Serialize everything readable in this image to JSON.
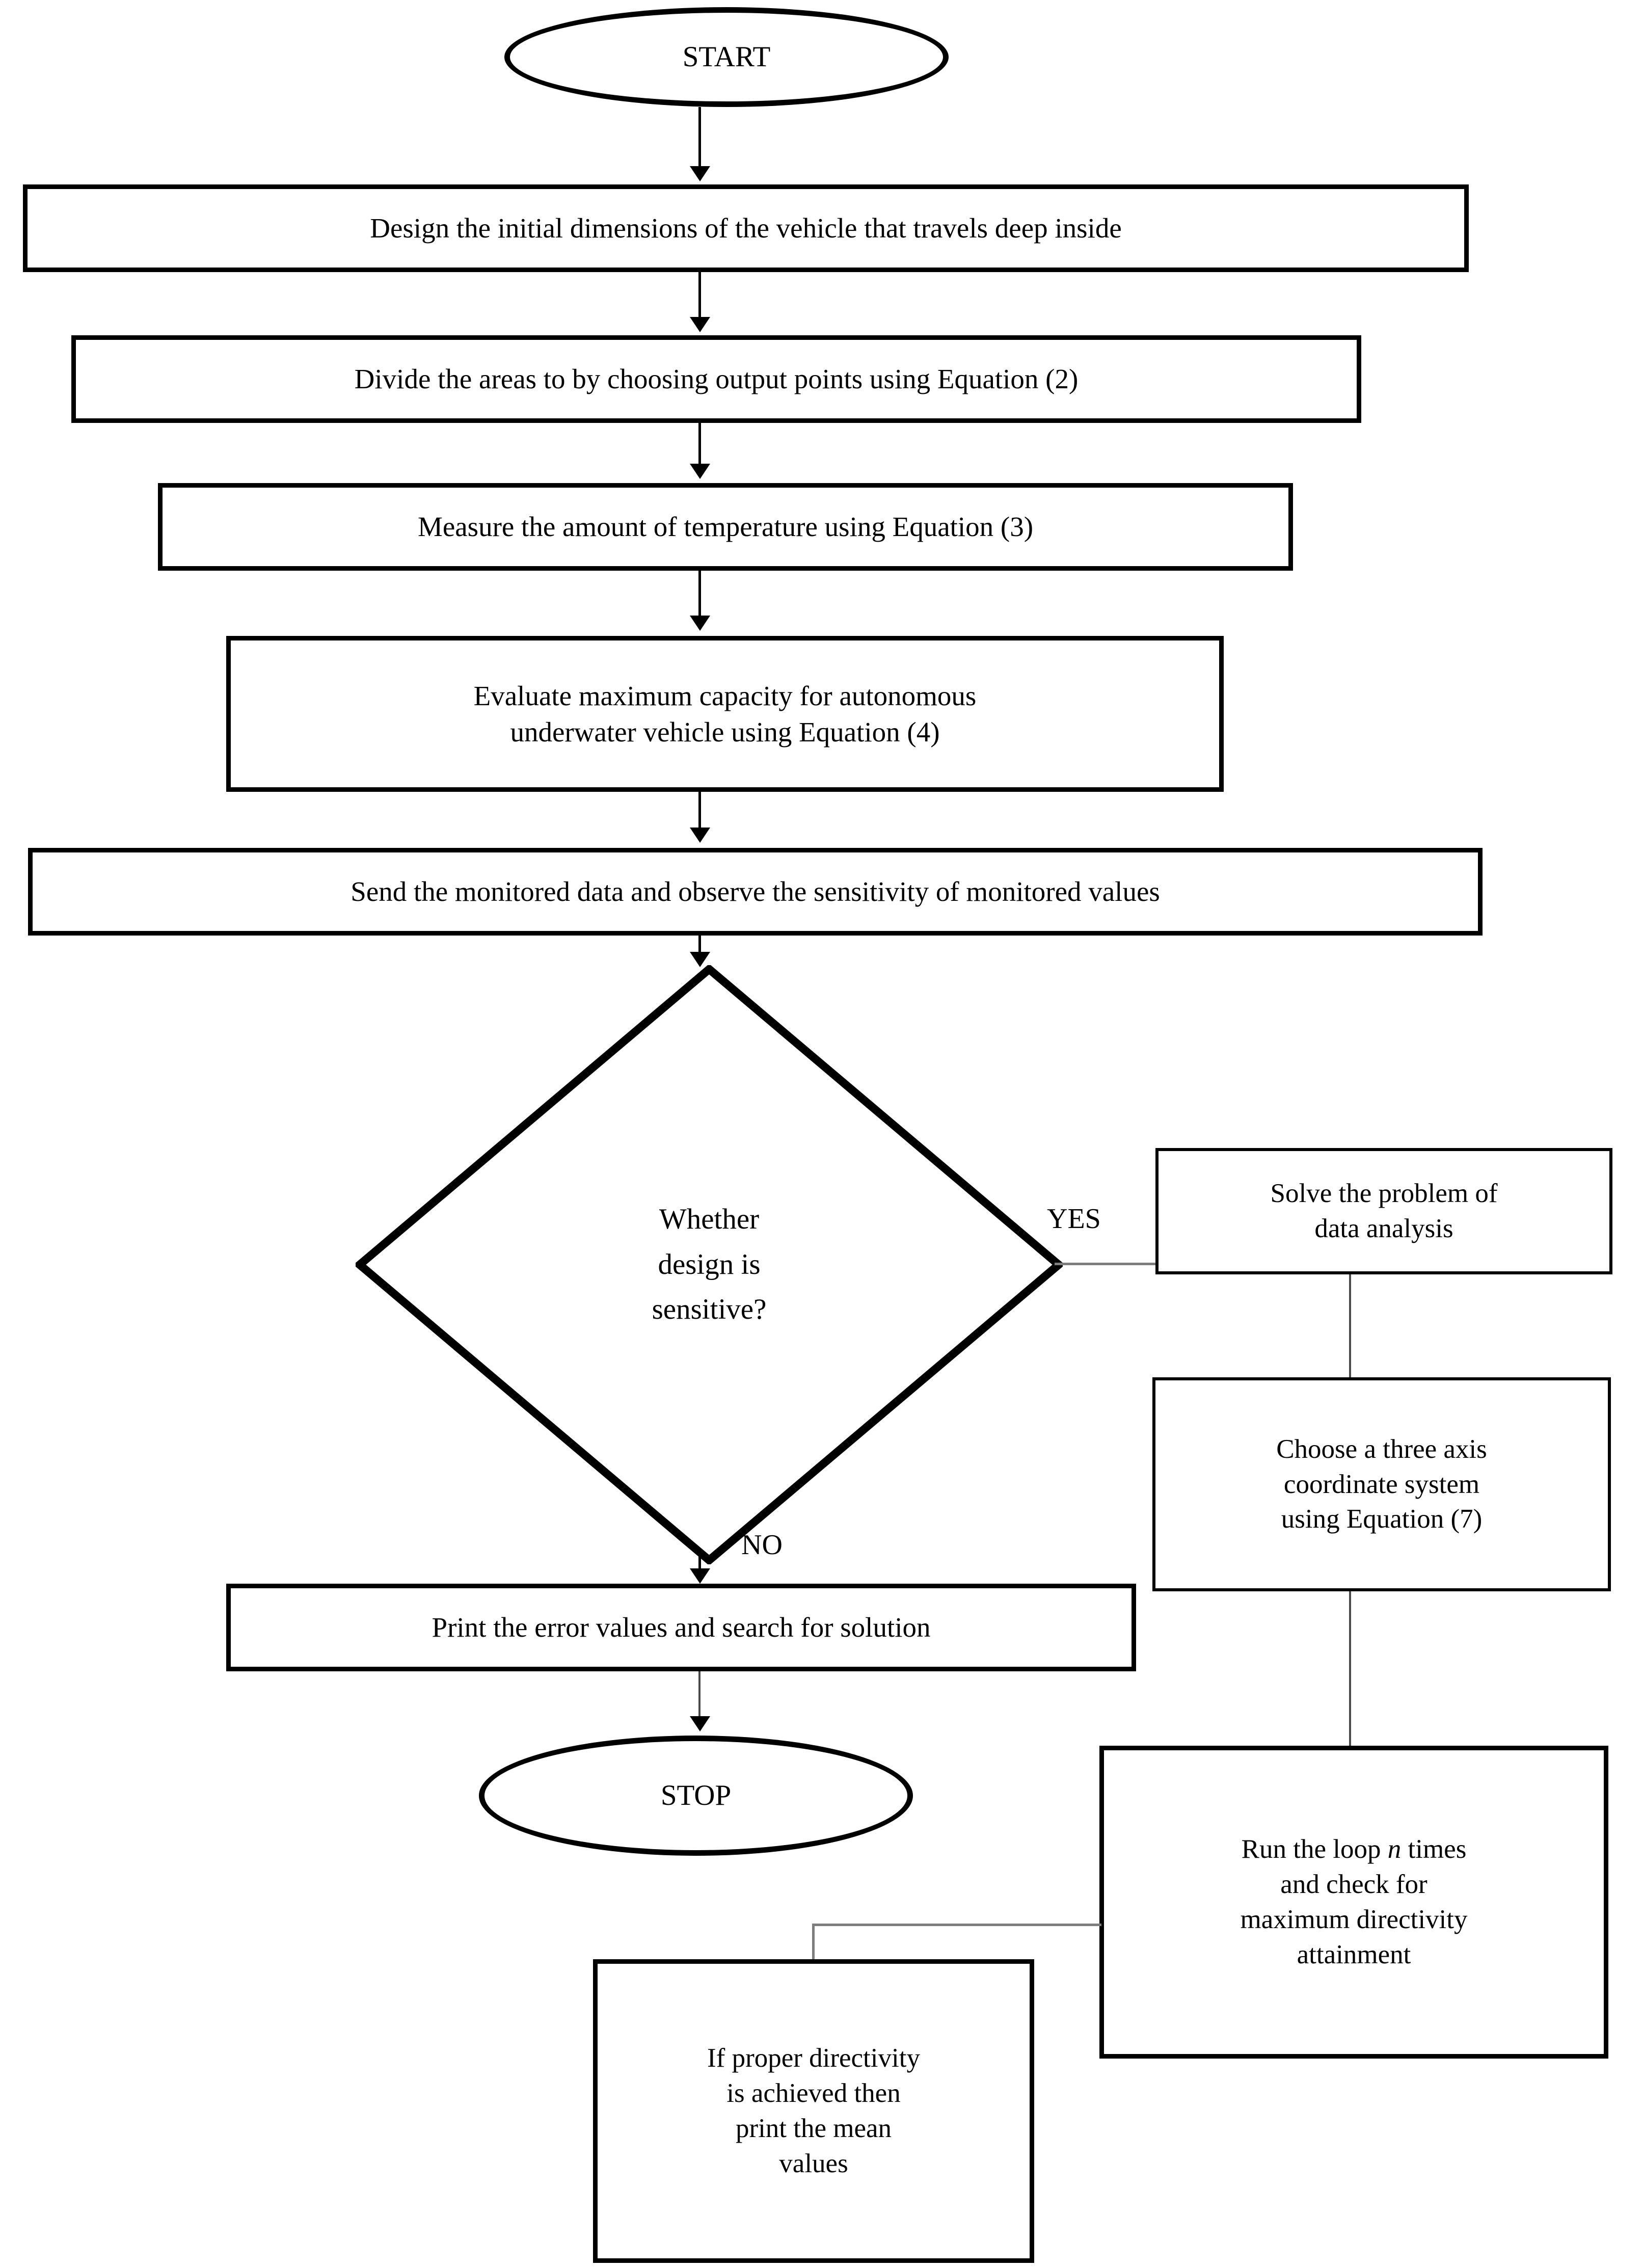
{
  "diagram": {
    "title": "Flowchart of autonomous underwater vehicle design and directivity evaluation",
    "type": "flowchart",
    "stroke_color": "#000000",
    "background_color": "#ffffff",
    "connector_grey": "#7d7d7d"
  },
  "nodes": {
    "start": {
      "label": "START",
      "shape": "terminator"
    },
    "step1": {
      "label": "Design the initial dimensions of the vehicle that travels deep inside",
      "shape": "process"
    },
    "step2": {
      "label": "Divide the areas to by choosing output points using Equation (2)",
      "shape": "process"
    },
    "step3": {
      "label": "Measure the amount of temperature using Equation (3)",
      "shape": "process"
    },
    "step4": {
      "line1": "Evaluate maximum capacity for autonomous",
      "line2": "underwater vehicle using Equation (4)",
      "shape": "process"
    },
    "step5": {
      "label": "Send the monitored data and observe the sensitivity of monitored values",
      "shape": "process"
    },
    "decision": {
      "line1": "Whether",
      "line2": "design is",
      "line3": "sensitive?",
      "shape": "decision"
    },
    "solve": {
      "line1": "Solve the problem of",
      "line2": "data analysis",
      "shape": "process"
    },
    "choose": {
      "line1": "Choose a three axis",
      "line2": "coordinate system",
      "line3": "using Equation (7)",
      "shape": "process"
    },
    "runloop": {
      "line1_a": "Run the loop ",
      "line1_var": "n",
      "line1_b": " times",
      "line2": "and check for",
      "line3": "maximum directivity",
      "line4": "attainment",
      "shape": "process"
    },
    "print_error": {
      "label": "Print the error values and search for solution",
      "shape": "process"
    },
    "stop": {
      "label": "STOP",
      "shape": "terminator"
    },
    "directivity": {
      "line1": "If proper directivity",
      "line2": "is achieved then",
      "line3": "print the mean",
      "line4": "values",
      "shape": "process"
    }
  },
  "edges": {
    "yes_label": "YES",
    "no_label": "NO"
  }
}
